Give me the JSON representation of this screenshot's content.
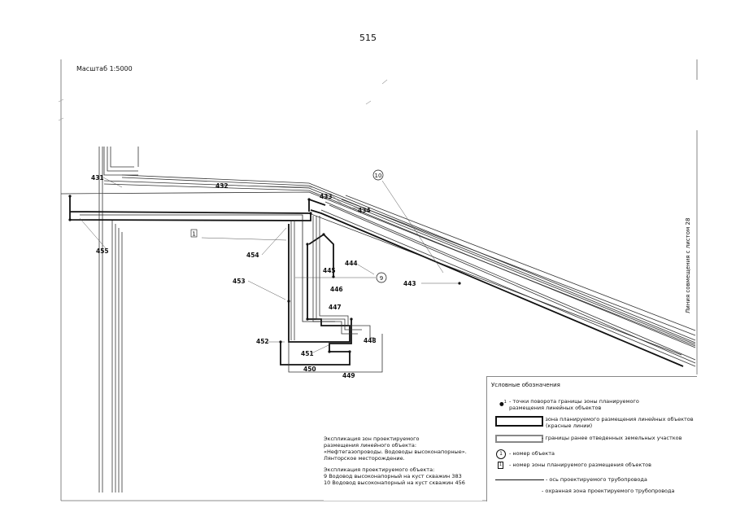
{
  "page_number": "515",
  "scale_label": "Масштаб 1:5000",
  "sheet_join_label": "Линия совмещения с листом 28",
  "point_labels": {
    "p431": "431",
    "p432": "432",
    "p433": "433",
    "p434": "434",
    "p443": "443",
    "p444": "444",
    "p445": "445",
    "p446": "446",
    "p447": "447",
    "p448": "448",
    "p449": "449",
    "p450": "450",
    "p451": "451",
    "p452": "452",
    "p453": "453",
    "p454": "454",
    "p455": "455"
  },
  "object_numbers": {
    "obj9": "9",
    "obj10": "10"
  },
  "zone_number": "1",
  "explication": {
    "zones_title_1": "Экспликация зон проектируемого",
    "zones_title_2": "размещения линейного объекта:",
    "zones_title_3": "«Нефтегазопроводы. Водоводы высоконапорные».",
    "zones_title_4": "Лянторское месторождение.",
    "objects_title": "Экспликация проектируемого объекта:",
    "item_9": "9   Водовод высоконапорный на куст скважин 383",
    "item_10": "10   Водовод высоконапорный на куст скважин 456"
  },
  "legend": {
    "title": "Условные обозначения",
    "turn_points_1": "- точки поворота границы зоны планируемого",
    "turn_points_2": "размещения линейных объектов",
    "zone_1": "- зона планируемого размещения линейных объектов",
    "zone_2": "(красные линии)",
    "parcels": "- границы ранее отведенных земельных участков",
    "object_number": "- номер  объекта",
    "zone_number": "- номер зоны планируемого размещения объектов",
    "axis": "- ось проектируемого трубопровода",
    "protection": "- охранная зона проектируемого трубопровода",
    "point_marker_sup": "1",
    "object_sample": "1",
    "zone_sample": "1"
  }
}
